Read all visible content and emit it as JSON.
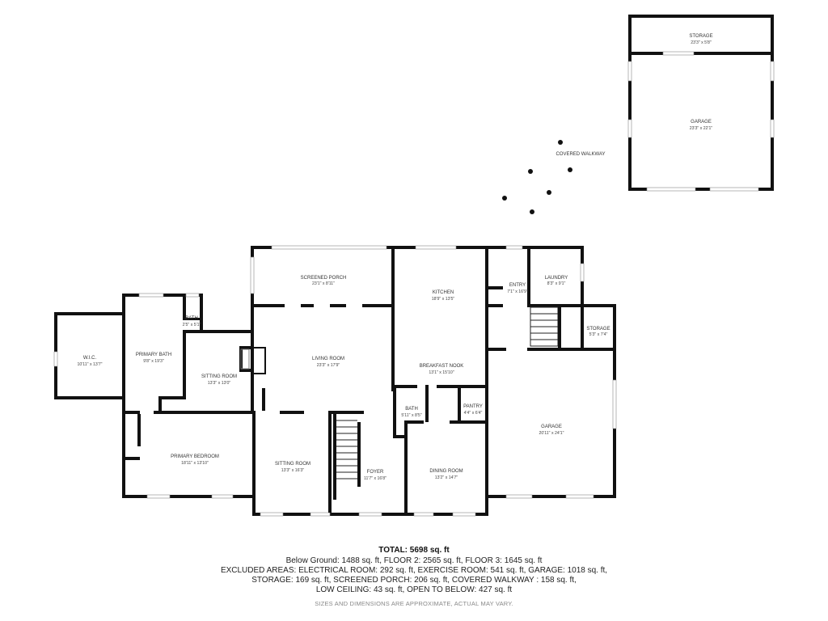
{
  "rooms": {
    "storage_top": {
      "label": "STORAGE",
      "dims": "23'3\" x 5'8\""
    },
    "garage_top": {
      "label": "GARAGE",
      "dims": "23'3\" x 22'1\""
    },
    "covered_walkway": {
      "label": "COVERED WALKWAY"
    },
    "screened_porch": {
      "label": "SCREENED PORCH",
      "dims": "23'1\" x 8'11\""
    },
    "kitchen": {
      "label": "KITCHEN",
      "dims": "18'9\" x 13'5\""
    },
    "entry": {
      "label": "ENTRY",
      "dims": "7'1\" x 16'9\""
    },
    "laundry": {
      "label": "LAUNDRY",
      "dims": "8'3\" x 9'1\""
    },
    "storage_small": {
      "label": "STORAGE",
      "dims": "5'3\" x 7'4\""
    },
    "wic": {
      "label": "W.I.C.",
      "dims": "10'11\" x 13'7\""
    },
    "primary_bath": {
      "label": "PRIMARY BATH",
      "dims": "9'8\" x 19'3\""
    },
    "bath_small": {
      "label": "BATH",
      "dims": "2'5\" x 5'1\""
    },
    "sitting_room_1": {
      "label": "SITTING ROOM",
      "dims": "13'3\" x 13'0\""
    },
    "living_room": {
      "label": "LIVING ROOM",
      "dims": "23'3\" x 17'9\""
    },
    "breakfast_nook": {
      "label": "BREAKFAST NOOK",
      "dims": "13'1\" x 15'10\""
    },
    "bath_2": {
      "label": "BATH",
      "dims": "5'11\" x 8'5\""
    },
    "pantry": {
      "label": "PANTRY",
      "dims": "4'4\" x 6'4\""
    },
    "garage_main": {
      "label": "GARAGE",
      "dims": "20'11\" x 24'1\""
    },
    "primary_bedroom": {
      "label": "PRIMARY BEDROOM",
      "dims": "18'11\" x 13'10\""
    },
    "sitting_room_2": {
      "label": "SITTING ROOM",
      "dims": "13'3\" x 16'3\""
    },
    "foyer": {
      "label": "FOYER",
      "dims": "11'7\" x 16'8\""
    },
    "dining_room": {
      "label": "DINING ROOM",
      "dims": "13'2\" x 14'7\""
    }
  },
  "summary": {
    "total": "TOTAL: 5698 sq. ft",
    "line1": "Below Ground: 1488 sq. ft, FLOOR 2: 2565 sq. ft, FLOOR 3: 1645 sq. ft",
    "line2": "EXCLUDED AREAS: ELECTRICAL ROOM: 292 sq. ft, EXERCISE ROOM: 541 sq. ft, GARAGE: 1018 sq. ft,",
    "line3": "STORAGE: 169 sq. ft, SCREENED PORCH: 206 sq. ft, COVERED WALKWAY : 158 sq. ft,",
    "line4": "LOW CEILING: 43 sq. ft, OPEN TO BELOW: 427 sq. ft",
    "note": "SIZES AND DIMENSIONS ARE APPROXIMATE, ACTUAL MAY VARY."
  }
}
